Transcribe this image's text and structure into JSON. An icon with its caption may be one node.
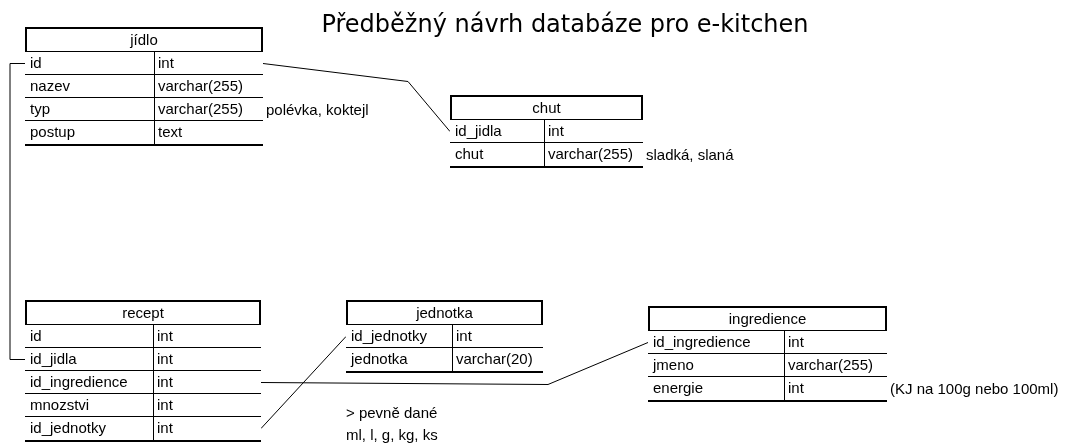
{
  "diagram": {
    "title": "Předběžný návrh databáze pro e-kitchen",
    "nodes": [
      {
        "text": [
          "jídlo"
        ]
      },
      {
        "text": [
          "id",
          "int"
        ],
        "in": 0
      },
      {
        "text": [
          "nazev",
          "varchar(255)"
        ],
        "in": 0
      },
      {
        "text": [
          "typ",
          "varchar(255)"
        ],
        "in": 0,
        "beside": [
          "polévka, koktejl"
        ]
      },
      {
        "text": [
          "postup",
          "text"
        ],
        "in": 0
      },
      {
        "text": [
          "chut"
        ]
      },
      {
        "text": [
          "id_jidla",
          "int"
        ],
        "in": 5
      },
      {
        "text": [
          "chut",
          "varchar(255)"
        ],
        "in": 5,
        "beside": [
          "sladká, slaná"
        ]
      },
      {
        "text": [
          "recept"
        ]
      },
      {
        "text": [
          "id",
          "int"
        ],
        "in": 8
      },
      {
        "text": [
          "id_jidla",
          "int"
        ],
        "in": 8
      },
      {
        "text": [
          "id_ingredience",
          "int"
        ],
        "in": 8
      },
      {
        "text": [
          "mnozstvi",
          "int"
        ],
        "in": 8
      },
      {
        "text": [
          "id_jednotky",
          "int"
        ],
        "in": 8
      },
      {
        "text": [
          "jednotka"
        ]
      },
      {
        "text": [
          "id_jednotky",
          "int"
        ],
        "in": 14
      },
      {
        "text": [
          "jednotka",
          "varchar(20)"
        ],
        "in": 14
      },
      {
        "text": [
          "ingredience"
        ]
      },
      {
        "text": [
          "id_ingredience",
          "int"
        ],
        "in": 17
      },
      {
        "text": [
          "jmeno",
          "varchar(255)"
        ],
        "in": 17
      },
      {
        "text": [
          "energie",
          "int"
        ],
        "in": 17,
        "beside": [
          "(KJ na 100g nebo 100ml)"
        ]
      }
    ],
    "edges": [
      {
        "from": 1,
        "to": 6,
        "arrow": "none"
      },
      {
        "from": 1,
        "to": 10,
        "arrow": "none"
      },
      {
        "from": 11,
        "to": 18,
        "arrow": "none"
      },
      {
        "from": 13,
        "to": 15,
        "arrow": "none"
      }
    ],
    "labels": [
      "> pevně dané",
      "ml, l, g, kg, ks"
    ]
  }
}
